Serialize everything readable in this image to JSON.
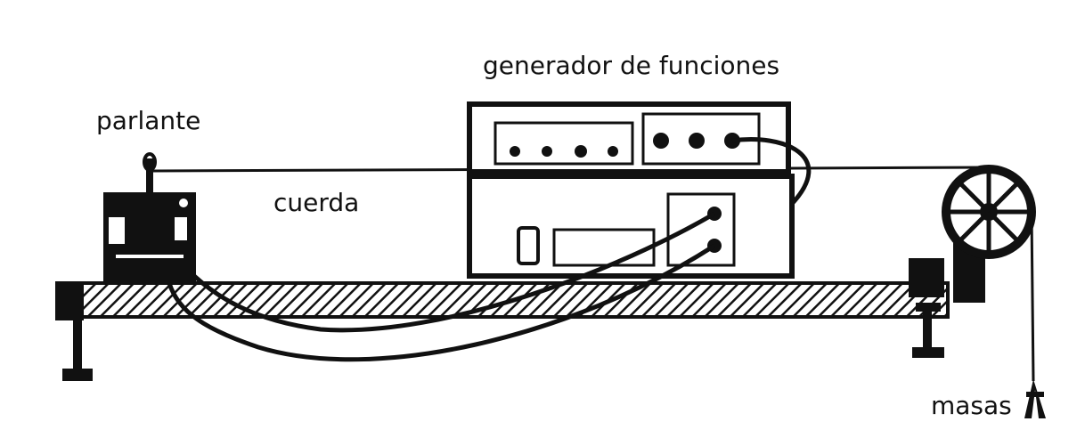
{
  "labels": {
    "function_generator": "generador de funciones",
    "speaker": "parlante",
    "string": "cuerda",
    "masses": "masas"
  },
  "colors": {
    "ink": "#111111",
    "background": "#ffffff"
  }
}
